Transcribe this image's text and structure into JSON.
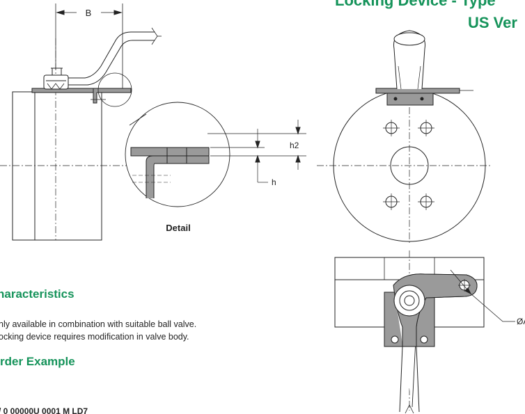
{
  "title": {
    "line1": "Locking Device - Type",
    "line2": "US Ver"
  },
  "drawing": {
    "dimension_b": "B",
    "dimension_h2": "h2",
    "dimension_h": "h",
    "detail_label": "Detail",
    "diameter_label": "ØA"
  },
  "characteristics": {
    "heading": "haracteristics",
    "lines": [
      "nly available in combination with suitable ball valve.",
      "ocking device requires modification in valve body."
    ]
  },
  "order_example": {
    "heading": "rder Example",
    "partial_text": "/ 0 00000U 0001 M LD7"
  },
  "colors": {
    "accent": "#15935a",
    "part_fill": "#9a9a9a",
    "line": "#222222"
  }
}
